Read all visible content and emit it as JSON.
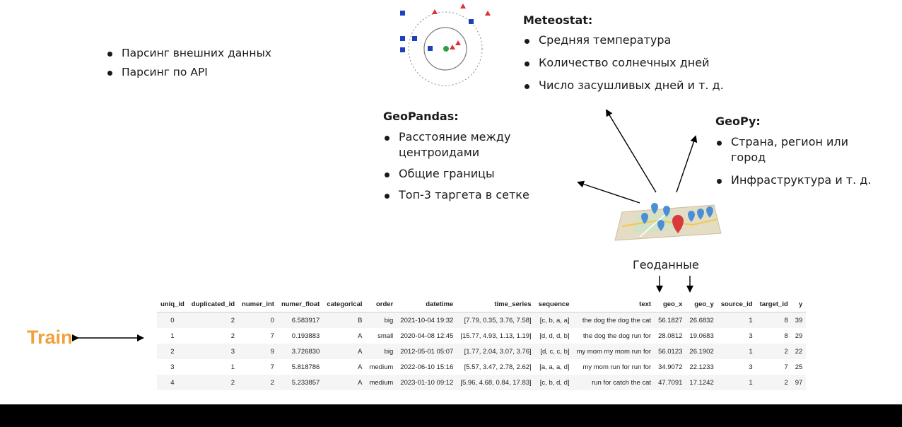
{
  "left_list": [
    "Парсинг внешних данных",
    "Парсинг по API"
  ],
  "meteostat": {
    "title": "Meteostat:",
    "items": [
      "Средняя температура",
      "Количество солнечных дней",
      "Число засушливых дней и т. д."
    ]
  },
  "geopandas": {
    "title": "GeoPandas:",
    "items": [
      "Расстояние между центроидами",
      "Общие границы",
      "Топ-3 таргета в сетке"
    ]
  },
  "geopy": {
    "title": "GeoPy:",
    "items": [
      "Страна,  регион или город",
      "Инфраструктура и т. д."
    ]
  },
  "geo_label": "Геоданные",
  "train_label": "Train",
  "table": {
    "columns": [
      "uniq_id",
      "duplicated_id",
      "numer_int",
      "numer_float",
      "categorical",
      "order",
      "datetime",
      "time_series",
      "sequence",
      "text",
      "geo_x",
      "geo_y",
      "source_id",
      "target_id",
      "y"
    ],
    "rows": [
      [
        "0",
        "2",
        "0",
        "6.583917",
        "B",
        "big",
        "2021-10-04 19:32",
        "[7.79, 0.35, 3.76, 7.58]",
        "[c, b, a, a]",
        "the dog the dog the cat",
        "56.1827",
        "26.6832",
        "1",
        "8",
        "39"
      ],
      [
        "1",
        "2",
        "7",
        "0.193883",
        "A",
        "small",
        "2020-04-08 12:45",
        "[15.77, 4.93, 1.13, 1.19]",
        "[d, d, d, b]",
        "the dog the dog run for",
        "28.0812",
        "19.0683",
        "3",
        "8",
        "29"
      ],
      [
        "2",
        "3",
        "9",
        "3.726830",
        "A",
        "big",
        "2012-05-01 05:07",
        "[1.77, 2.04, 3.07, 3.76]",
        "[d, c, c, b]",
        "my mom my mom run for",
        "56.0123",
        "26.1902",
        "1",
        "2",
        "22"
      ],
      [
        "3",
        "1",
        "7",
        "5.818786",
        "A",
        "medium",
        "2022-06-10 15:16",
        "[5.57, 3.47, 2.78, 2.62]",
        "[a, a, a, d]",
        "my mom run for run for",
        "34.9072",
        "22.1233",
        "3",
        "7",
        "25"
      ],
      [
        "4",
        "2",
        "2",
        "5.233857",
        "A",
        "medium",
        "2023-01-10 09:12",
        "[5.96, 4.68, 0.84, 17.83]",
        "[c, b, d, d]",
        "run for catch the cat",
        "47.7091",
        "17.1242",
        "1",
        "2",
        "97"
      ]
    ]
  },
  "colors": {
    "accent_orange": "#f0a03c",
    "marker_blue": "#1e3fbf",
    "marker_red": "#e03030",
    "pin_blue": "#4a8fd6",
    "pin_red": "#d63a3a",
    "footer_bar": "#000000"
  },
  "icons": [
    "knn-scatter-icon",
    "map-pins-icon"
  ]
}
